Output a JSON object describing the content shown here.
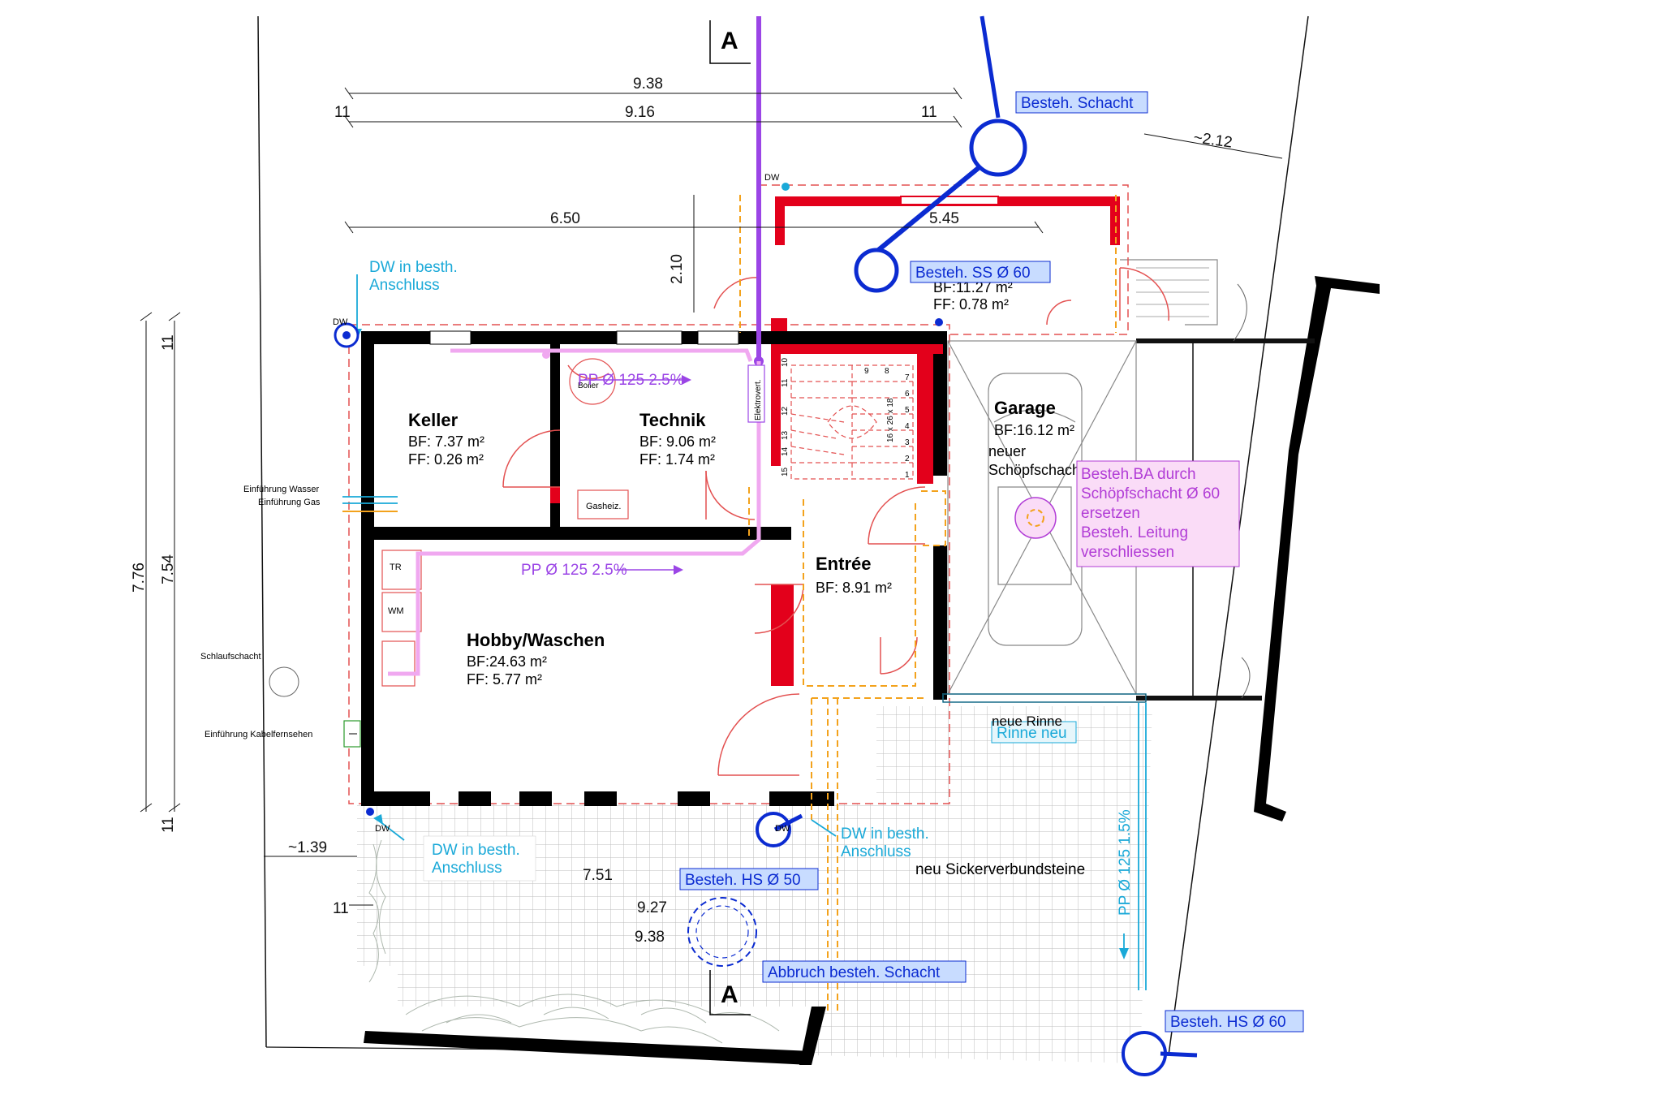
{
  "section_markers": {
    "top": "A",
    "bottom": "A"
  },
  "dimensions": {
    "overall_938": "9.38",
    "overall_916": "9.16",
    "left_11": "11",
    "right_11": "11",
    "d_650": "6.50",
    "d_545": "5.45",
    "d_210": "2.10",
    "d_212": "~2.12",
    "d_776": "7.76",
    "d_754": "7.54",
    "d_11_top": "11",
    "d_11_bottom": "11",
    "d_139": "~1.39",
    "d_11_lower": "11",
    "d_751": "7.51",
    "d_927": "9.27",
    "d_938_lower": "9.38"
  },
  "rooms": {
    "keller": {
      "name": "Keller",
      "bf": "BF:  7.37 m²",
      "ff": "FF:  0.26 m²"
    },
    "technik": {
      "name": "Technik",
      "bf": "BF:  9.06 m²",
      "ff": "FF:   1.74 m²"
    },
    "hobby": {
      "name": "Hobby/Waschen",
      "bf": "BF:24.63 m²",
      "ff": "FF:   5.77 m²"
    },
    "entree": {
      "name": "Entrée",
      "bf": "BF:  8.91 m²"
    },
    "garage": {
      "name": "Garage",
      "bf": "BF:16.12 m²",
      "note1": "neuer",
      "note2": "Schöpfschacht"
    },
    "upper": {
      "bf": "BF:11.27 m²",
      "ff": "FF:  0.78 m²"
    }
  },
  "labels": {
    "dw": "DW",
    "dw_anschluss_1": "DW in besth.",
    "dw_anschluss_2": "Anschluss",
    "besteh_schacht": "Besteh. Schacht",
    "besteh_ss": "Besteh. SS Ø 60",
    "besteh_hs50": "Besteh. HS Ø 50",
    "besteh_hs60": "Besteh. HS Ø 60",
    "abbruch": "Abbruch besteh. Schacht",
    "rinne_neu": "Rinne neu",
    "neue_rinne": "neue Rinne",
    "sicker": "neu Sickerverbundsteine",
    "pp_top": "PP Ø 125 2.5%",
    "pp_mid": "PP Ø 125 2.5%",
    "pp_vert": "PP Ø 125 1.5%",
    "elektroverteilung": "Elektrovert.",
    "boiler": "Boiler",
    "gasheiz": "Gasheiz.",
    "tr": "TR",
    "wm": "WM",
    "einf_wasser": "Einführung Wasser",
    "einf_gas": "Einführung Gas",
    "schlauf": "Schlaufschacht",
    "einf_kabel": "Einführung Kabelfernsehen",
    "ba_1": "Besteh.BA durch",
    "ba_2": "Schöpfschacht Ø 60",
    "ba_3": "ersetzen",
    "ba_4": "Besteh. Leitung",
    "ba_5": "verschliessen",
    "stair_nums": [
      "10",
      "11",
      "12",
      "13",
      "14",
      "15",
      "1",
      "2",
      "3",
      "4",
      "5",
      "6",
      "7",
      "8",
      "9"
    ],
    "stair_calc": "16 x 26 x 18"
  },
  "colors": {
    "wall": "#000000",
    "new_wall": "#e3001b",
    "sewer_blue": "#0b2bd1",
    "water_cyan": "#1aa9d8",
    "pp_purple": "#9b45e6",
    "pp_pink": "#f0a8f0",
    "dash_orange": "#f3a21c",
    "dash_red": "#e35050"
  }
}
